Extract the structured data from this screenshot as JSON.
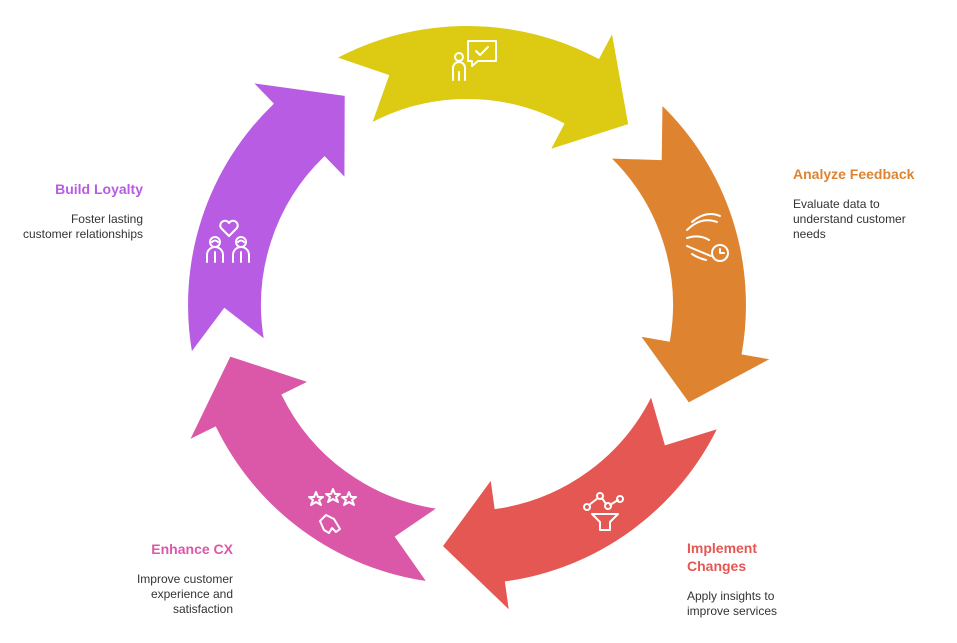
{
  "colors": {
    "yellow": "#DCCB12",
    "orange": "#DE8431",
    "red": "#E55753",
    "pink": "#DB58A8",
    "purple": "#B85CE3",
    "icon": "#ffffff"
  },
  "stages": [
    {
      "key": "gather",
      "title": "",
      "description": "",
      "color_key": "yellow",
      "icon": "person-feedback-icon"
    },
    {
      "key": "analyze",
      "title": "Analyze Feedback",
      "description_lines": [
        "Evaluate data to",
        "understand customer",
        "needs"
      ],
      "color_key": "orange",
      "icon": "wind-clock-icon"
    },
    {
      "key": "implement",
      "title_lines": [
        "Implement",
        "Changes"
      ],
      "description_lines": [
        "Apply insights to",
        "improve services"
      ],
      "color_key": "red",
      "icon": "funnel-network-icon"
    },
    {
      "key": "enhance",
      "title": "Enhance CX",
      "description_lines": [
        "Improve customer",
        "experience and",
        "satisfaction"
      ],
      "color_key": "pink",
      "icon": "stars-hand-icon"
    },
    {
      "key": "loyalty",
      "title": "Build Loyalty",
      "description_lines": [
        "Foster lasting",
        "customer relationships"
      ],
      "color_key": "purple",
      "icon": "heart-people-icon"
    }
  ]
}
